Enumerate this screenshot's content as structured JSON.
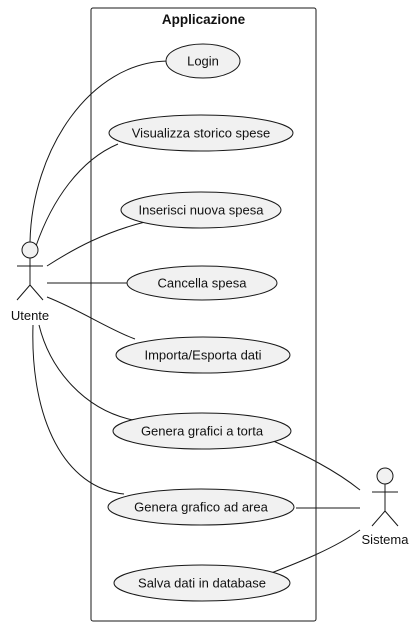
{
  "system": {
    "title": "Applicazione"
  },
  "actors": {
    "utente": "Utente",
    "sistema": "Sistema"
  },
  "use_cases": [
    {
      "id": "login",
      "label": "Login"
    },
    {
      "id": "visualizza-storico",
      "label": "Visualizza storico spese"
    },
    {
      "id": "inserisci-spesa",
      "label": "Inserisci nuova spesa"
    },
    {
      "id": "cancella-spesa",
      "label": "Cancella spesa"
    },
    {
      "id": "importa-esporta",
      "label": "Importa/Esporta dati"
    },
    {
      "id": "grafici-torta",
      "label": "Genera grafici a torta"
    },
    {
      "id": "grafico-area",
      "label": "Genera grafico ad area"
    },
    {
      "id": "salva-database",
      "label": "Salva dati in database"
    }
  ],
  "associations": [
    {
      "from": "Utente",
      "to": "Login"
    },
    {
      "from": "Utente",
      "to": "Visualizza storico spese"
    },
    {
      "from": "Utente",
      "to": "Inserisci nuova spesa"
    },
    {
      "from": "Utente",
      "to": "Cancella spesa"
    },
    {
      "from": "Utente",
      "to": "Importa/Esporta dati"
    },
    {
      "from": "Utente",
      "to": "Genera grafici a torta"
    },
    {
      "from": "Utente",
      "to": "Genera grafico ad area"
    },
    {
      "from": "Sistema",
      "to": "Genera grafici a torta"
    },
    {
      "from": "Sistema",
      "to": "Genera grafico ad area"
    },
    {
      "from": "Sistema",
      "to": "Salva dati in database"
    }
  ]
}
